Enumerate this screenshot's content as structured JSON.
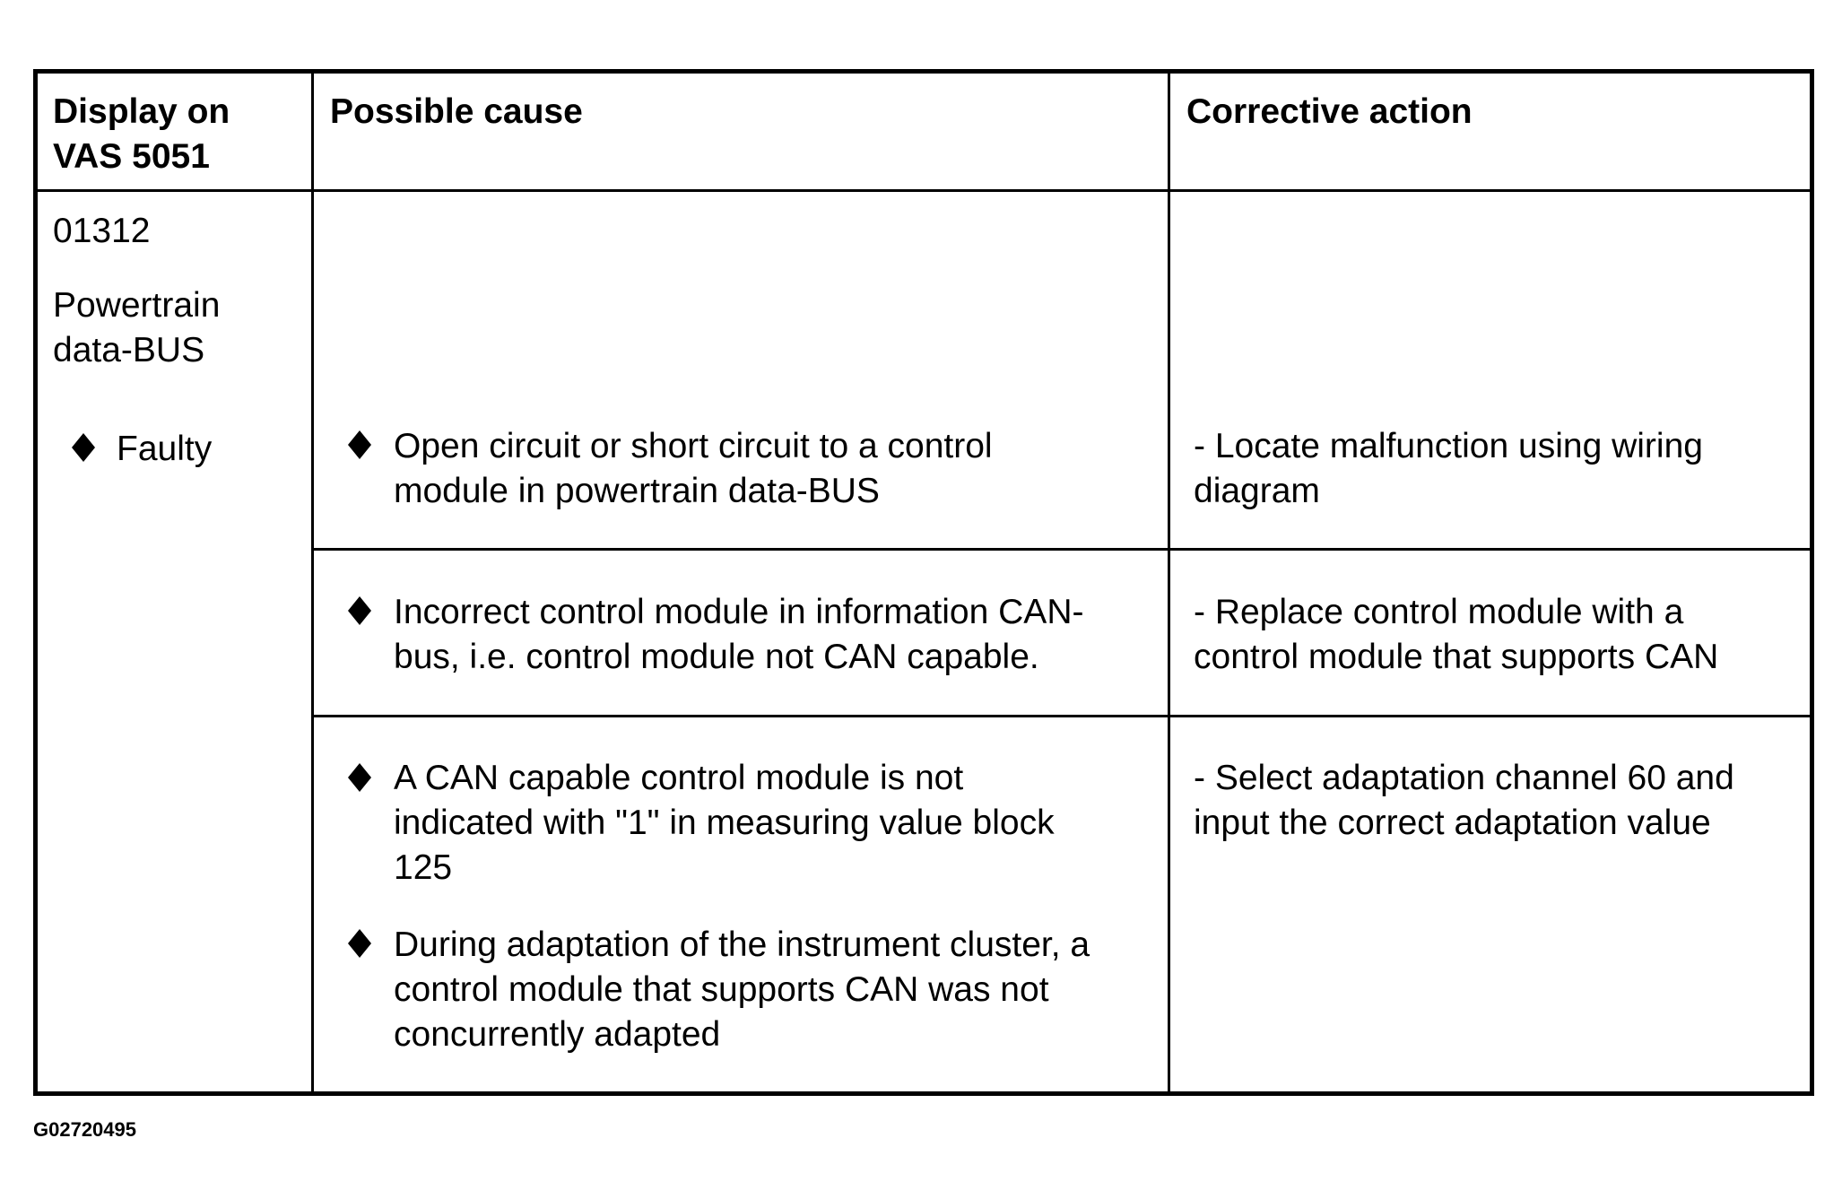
{
  "table": {
    "headers": {
      "display": [
        "Display on",
        "VAS 5051"
      ],
      "cause": "Possible cause",
      "action": "Corrective action"
    },
    "display": {
      "code": "01312",
      "name": [
        "Powertrain",
        "data-BUS"
      ],
      "status": "Faulty"
    },
    "rows": [
      {
        "causes": [
          [
            "Open circuit or short circuit to a control",
            "module in powertrain data-BUS"
          ]
        ],
        "action": [
          "- Locate malfunction using wiring",
          "diagram"
        ]
      },
      {
        "causes": [
          [
            "Incorrect control module in information CAN-",
            "bus, i.e. control module not CAN capable."
          ]
        ],
        "action": [
          "- Replace control module with a",
          "control module that supports CAN"
        ]
      },
      {
        "causes": [
          [
            "A CAN capable control module is not",
            "indicated with \"1\" in measuring value block",
            "125"
          ],
          [
            "During adaptation of the instrument cluster, a",
            "control module that supports CAN was not",
            "concurrently adapted"
          ]
        ],
        "action": [
          "- Select adaptation channel 60 and",
          "input the correct adaptation value"
        ]
      }
    ]
  },
  "figure_id": "G02720495",
  "icons": {
    "bullet": "diamond-bullet-icon"
  },
  "colors": {
    "text": "#000000",
    "border": "#000000",
    "background": "#ffffff"
  }
}
